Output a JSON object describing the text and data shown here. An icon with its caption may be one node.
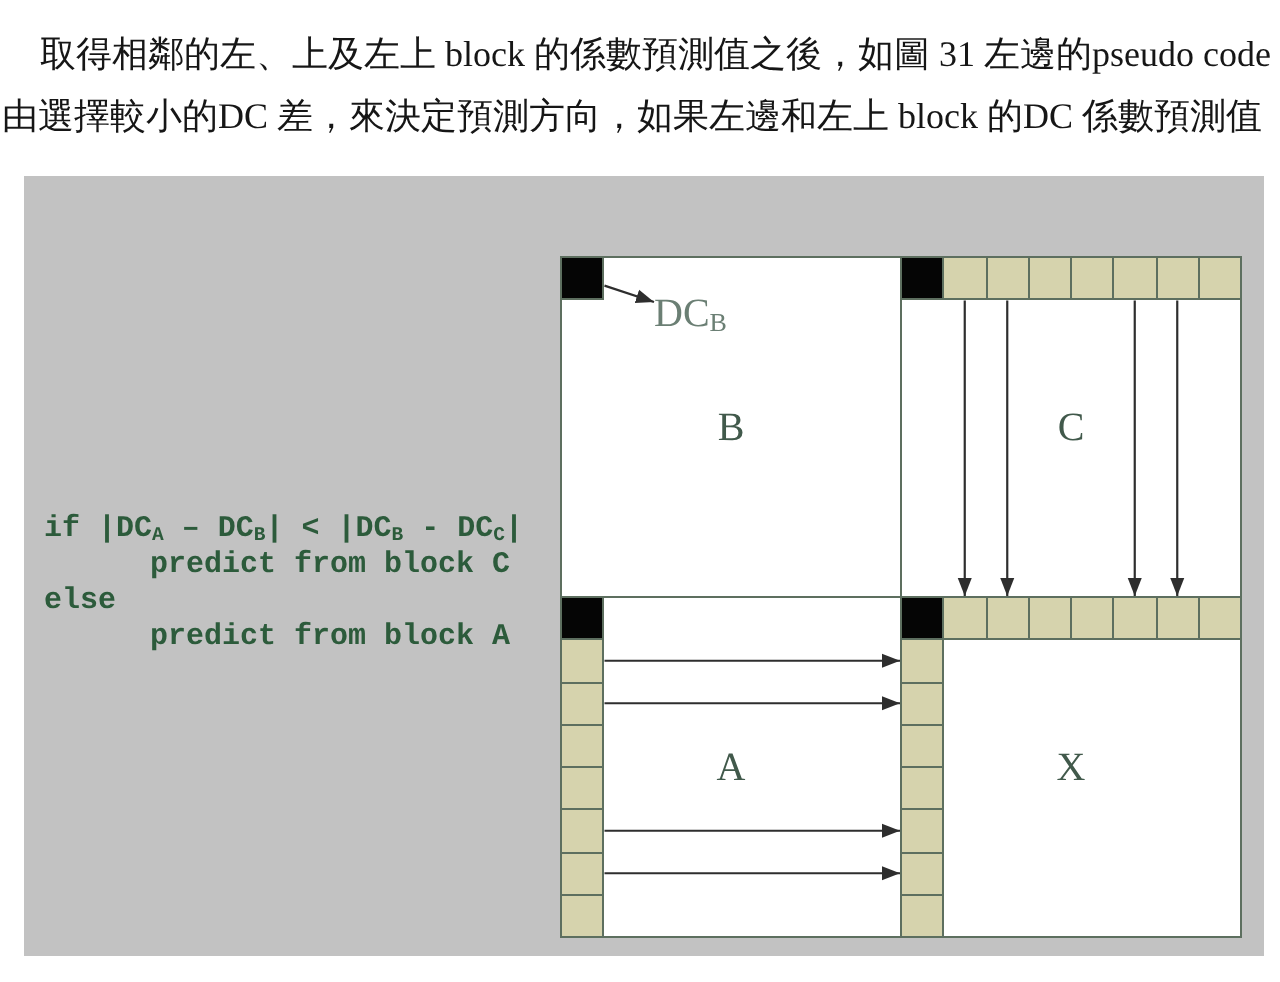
{
  "diagram": {
    "nodes": [
      {
        "text": [
          "if |DC$_{A}$ – DC$_{B}$| < |DC$_{B}$ - DC$_{C}$|",
          "predict from block C",
          "else",
          "predict from block A"
        ]
      },
      {
        "text": [
          "B"
        ],
        "in": 0
      },
      {
        "text": [],
        "shape": "box",
        "in": 1
      },
      {
        "text": [
          "DC$_{B}$"
        ],
        "in": 1
      },
      {
        "text": [
          "C"
        ],
        "in": 0
      },
      {
        "text": [],
        "shape": "box",
        "in": 4
      },
      {
        "text": [],
        "shape": "box",
        "in": 4
      },
      {
        "text": [],
        "shape": "box",
        "in": 4
      },
      {
        "text": [],
        "shape": "box",
        "in": 4
      },
      {
        "text": [],
        "shape": "box",
        "in": 4
      },
      {
        "text": [],
        "shape": "box",
        "in": 4
      },
      {
        "text": [],
        "shape": "box",
        "in": 4
      },
      {
        "text": [],
        "shape": "box",
        "in": 4
      },
      {
        "text": [
          "A"
        ],
        "in": 0
      },
      {
        "text": [],
        "shape": "box",
        "in": 13
      },
      {
        "text": [],
        "shape": "box",
        "in": 13
      },
      {
        "text": [],
        "shape": "box",
        "in": 13
      },
      {
        "text": [],
        "shape": "box",
        "in": 13
      },
      {
        "text": [],
        "shape": "box",
        "in": 13
      },
      {
        "text": [],
        "shape": "box",
        "in": 13
      },
      {
        "text": [],
        "shape": "box",
        "in": 13
      },
      {
        "text": [],
        "shape": "box",
        "in": 13
      },
      {
        "text": [
          "X"
        ],
        "in": 0
      },
      {
        "text": [],
        "shape": "box",
        "in": 22
      },
      {
        "text": [],
        "shape": "box",
        "in": 22
      },
      {
        "text": [],
        "shape": "box",
        "in": 22
      },
      {
        "text": [],
        "shape": "box",
        "in": 22
      },
      {
        "text": [],
        "shape": "box",
        "in": 22
      },
      {
        "text": [],
        "shape": "box",
        "in": 22
      },
      {
        "text": [],
        "shape": "box",
        "in": 22
      },
      {
        "text": [],
        "shape": "box",
        "in": 22
      },
      {
        "text": [],
        "shape": "box",
        "in": 22
      },
      {
        "text": [],
        "shape": "box",
        "in": 22
      },
      {
        "text": [],
        "shape": "box",
        "in": 22
      },
      {
        "text": [],
        "shape": "box",
        "in": 22
      },
      {
        "text": [],
        "shape": "box",
        "in": 22
      },
      {
        "text": [],
        "shape": "box",
        "in": 22
      },
      {
        "text": [],
        "shape": "box",
        "in": 22
      }
    ],
    "edges": [
      {
        "from": 2,
        "to": 3,
        "arrow": "to"
      },
      {
        "from": 6,
        "to": 24,
        "arrow": "to"
      },
      {
        "from": 7,
        "to": 25,
        "arrow": "to"
      },
      {
        "from": 10,
        "to": 28,
        "arrow": "to"
      },
      {
        "from": 11,
        "to": 29,
        "arrow": "to"
      },
      {
        "from": 15,
        "to": 31,
        "arrow": "to"
      },
      {
        "from": 16,
        "to": 32,
        "arrow": "to"
      },
      {
        "from": 19,
        "to": 35,
        "arrow": "to"
      },
      {
        "from": 20,
        "to": 36,
        "arrow": "to"
      }
    ],
    "labels": [
      "取得相鄰的左、上及左上 block 的係數預測值之後，如圖 31 左邊的pseudo code",
      "由選擇較小的DC 差，來決定預測方向，如果左邊和左上 block 的DC 係數預測值"
    ]
  }
}
